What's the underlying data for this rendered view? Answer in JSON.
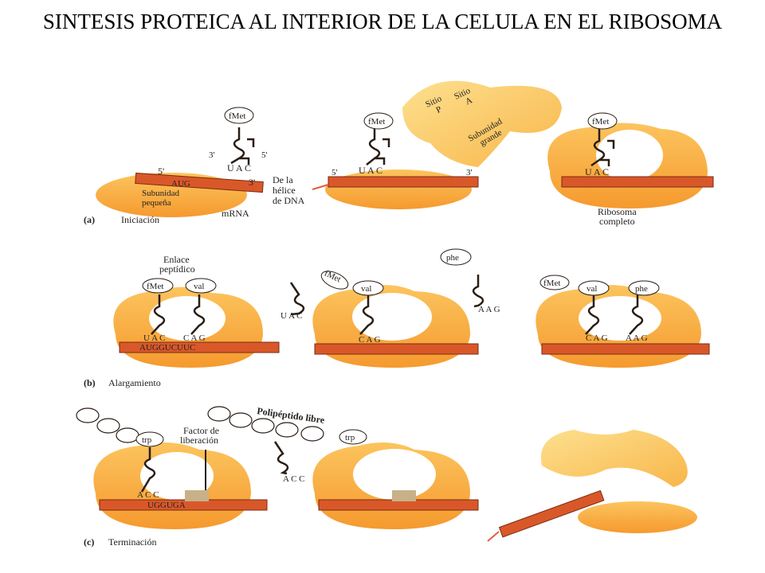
{
  "title": "SINTESIS PROTEICA AL INTERIOR DE LA CELULA EN EL RIBOSOMA",
  "colors": {
    "ribosome": "#f7a23a",
    "ribosome_light": "#fcd37e",
    "mrna": "#d9582a",
    "outline": "#2a1d14",
    "arrow": "#e0603a"
  },
  "panels": {
    "a": {
      "caption_letter": "(a)",
      "caption": "Iniciación",
      "fmet": "fMet",
      "anticodon": "U A C",
      "codon": "AUG",
      "prime3": "3'",
      "prime5": "5'",
      "small_subunit": [
        "Subunidad",
        "pequeña"
      ],
      "dna_label": [
        "De la",
        "hélice",
        "de DNA"
      ],
      "mrna_label": "mRNA",
      "site_p": [
        "Sitio",
        "P"
      ],
      "site_a": [
        "Sitio",
        "A"
      ],
      "large_subunit": [
        "Subunidad",
        "grande"
      ],
      "complete": [
        "Ribosoma",
        "completo"
      ]
    },
    "b": {
      "caption_letter": "(b)",
      "caption": "Alargamiento",
      "bond_label": [
        "Enlace",
        "peptídico"
      ],
      "fmet": "fMet",
      "val": "val",
      "phe": "phe",
      "anticodon1": "U A C",
      "anticodon2": "C A G",
      "anticodon3": "A A G",
      "codons": "AUGGUCUUC"
    },
    "c": {
      "caption_letter": "(c)",
      "caption": "Terminación",
      "trp": "trp",
      "release_factor": [
        "Factor de",
        "liberación"
      ],
      "free_polypeptide": "Polipéptido libre",
      "anticodon": "A C C",
      "codons": "UGGUGA"
    }
  }
}
